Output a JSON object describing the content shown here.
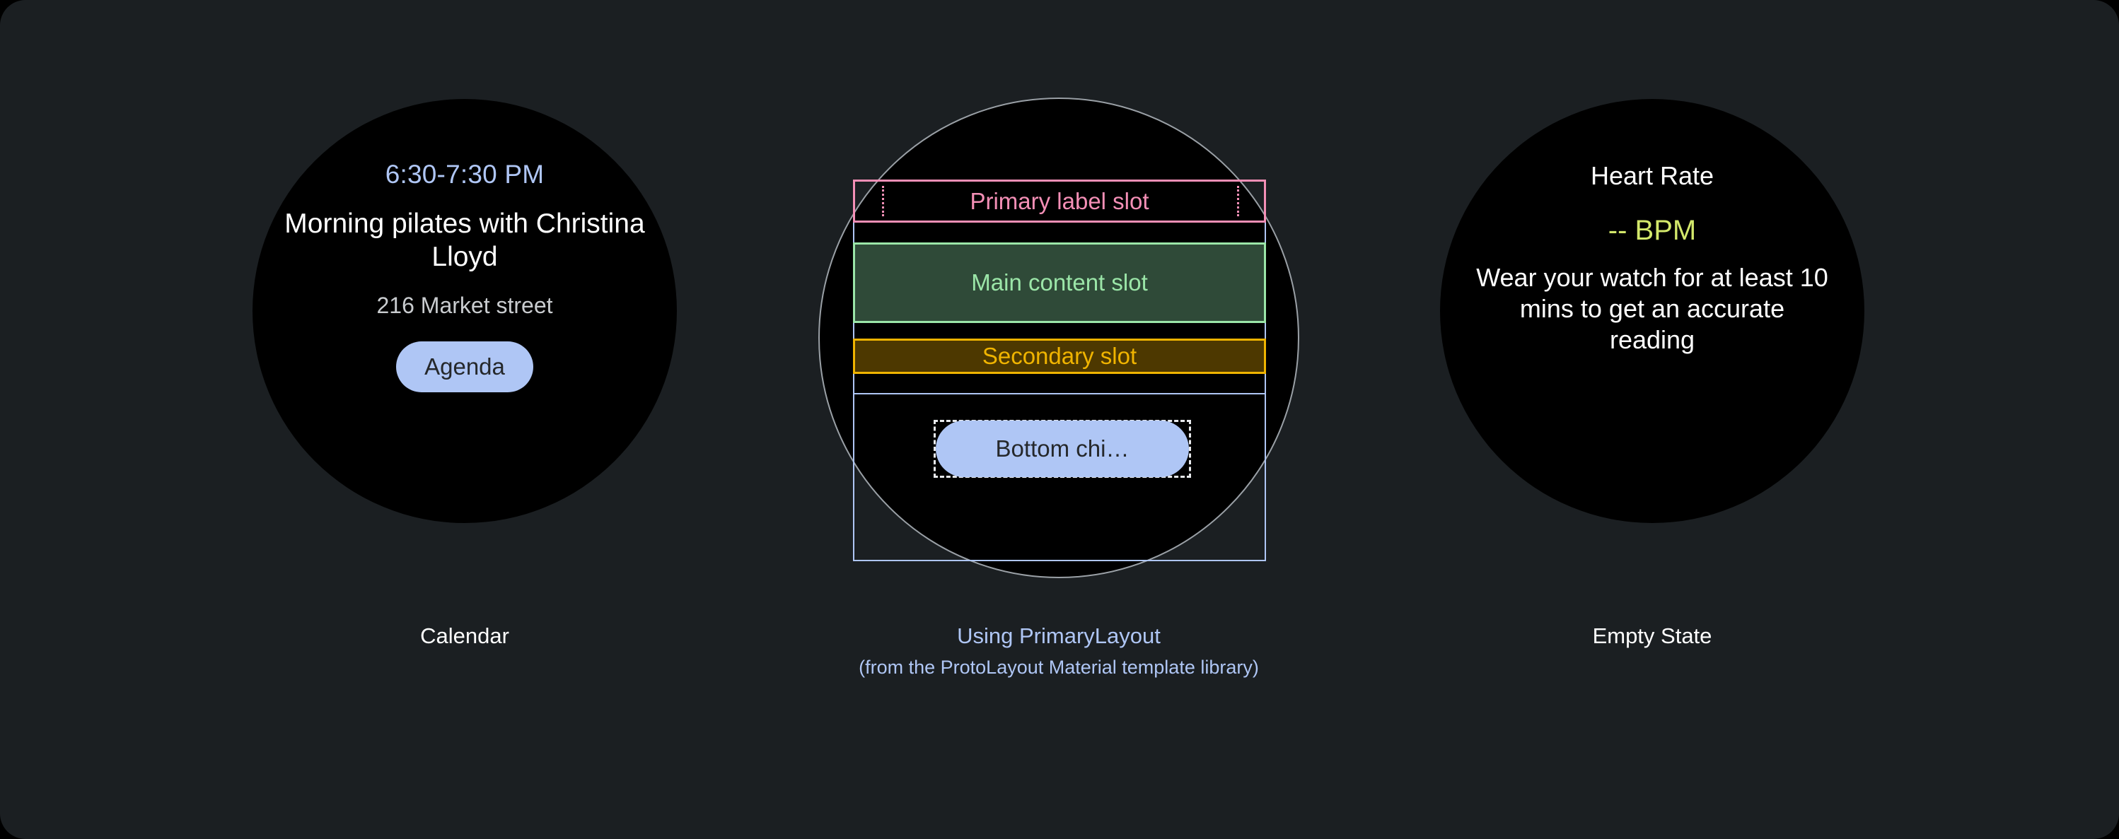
{
  "page": {
    "background_color": "#1B1F22",
    "outer_color": "#000000"
  },
  "cards": {
    "calendar": {
      "caption": "Calendar",
      "time": "6:30-7:30 PM",
      "title": "Morning pilates with Christina Lloyd",
      "location": "216 Market street",
      "chip_label": "Agenda",
      "accent_color": "#AFC6F5"
    },
    "primary_layout": {
      "caption_title": "Using PrimaryLayout",
      "caption_subtitle": "(from the ProtoLayout Material template library)",
      "caption_color": "#AFC6F5",
      "slots": {
        "primary_label": {
          "label": "Primary label slot",
          "color": "#F48FB6",
          "fill": "none"
        },
        "main_content": {
          "label": "Main content slot",
          "color": "#9BE6A8",
          "fill": "#2F4A38"
        },
        "secondary": {
          "label": "Secondary slot",
          "color": "#F0B400",
          "fill": "#4D3800"
        },
        "bottom_chip": {
          "label": "Bottom chi…",
          "color": "#AFC6F5",
          "outline": "dashed-white"
        }
      },
      "container_outline_color": "#AFC6F5",
      "watch_bezel_color": "#9AA0A6"
    },
    "empty_state": {
      "caption": "Empty State",
      "title": "Heart Rate",
      "value": "-- BPM",
      "value_color": "#D3E86B",
      "description": "Wear your watch for at least 10 mins to get an accurate reading"
    }
  }
}
